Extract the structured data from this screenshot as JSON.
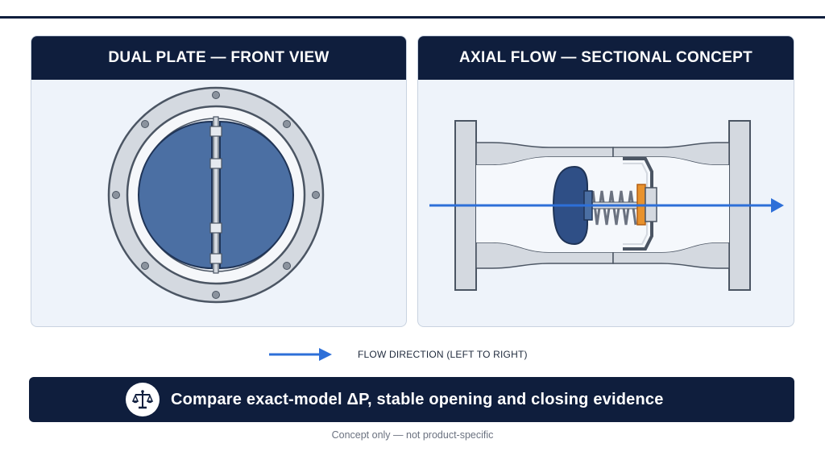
{
  "left_panel": {
    "title": "DUAL PLATE — FRONT VIEW"
  },
  "right_panel": {
    "title": "AXIAL FLOW — SECTIONAL CONCEPT"
  },
  "legend": {
    "label": "FLOW DIRECTION (LEFT TO RIGHT)"
  },
  "banner": {
    "text": "Compare exact-model ΔP, stable opening and closing evidence",
    "icon": "scales-icon"
  },
  "footnote": "Concept only — not product-specific",
  "colors": {
    "navy": "#0f1e3d",
    "plate_blue": "#4b6fa3",
    "flow_arrow": "#2d6fd8",
    "steel": "#d4d9e0",
    "accent_orange": "#e8922d"
  }
}
